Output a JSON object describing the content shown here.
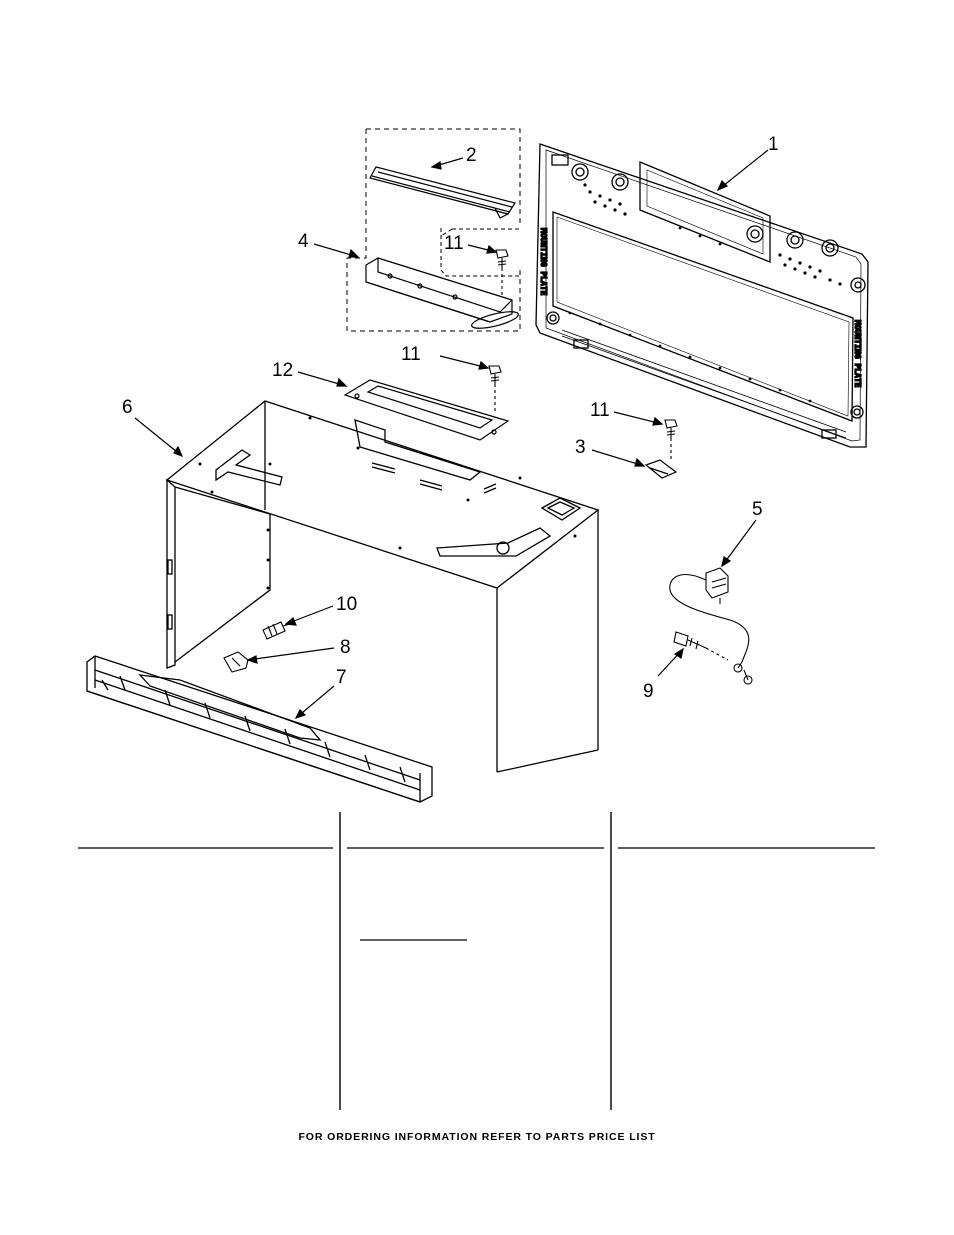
{
  "callouts": {
    "p1": "1",
    "p2": "2",
    "p3": "3",
    "p4": "4",
    "p5": "5",
    "p6": "6",
    "p7": "7",
    "p8": "8",
    "p9": "9",
    "p10": "10",
    "p11a": "11",
    "p11b": "11",
    "p11c": "11",
    "p12": "12"
  },
  "plate_label": "MOUNTING PLATE",
  "footer": "FOR ORDERING INFORMATION REFER TO PARTS PRICE LIST"
}
